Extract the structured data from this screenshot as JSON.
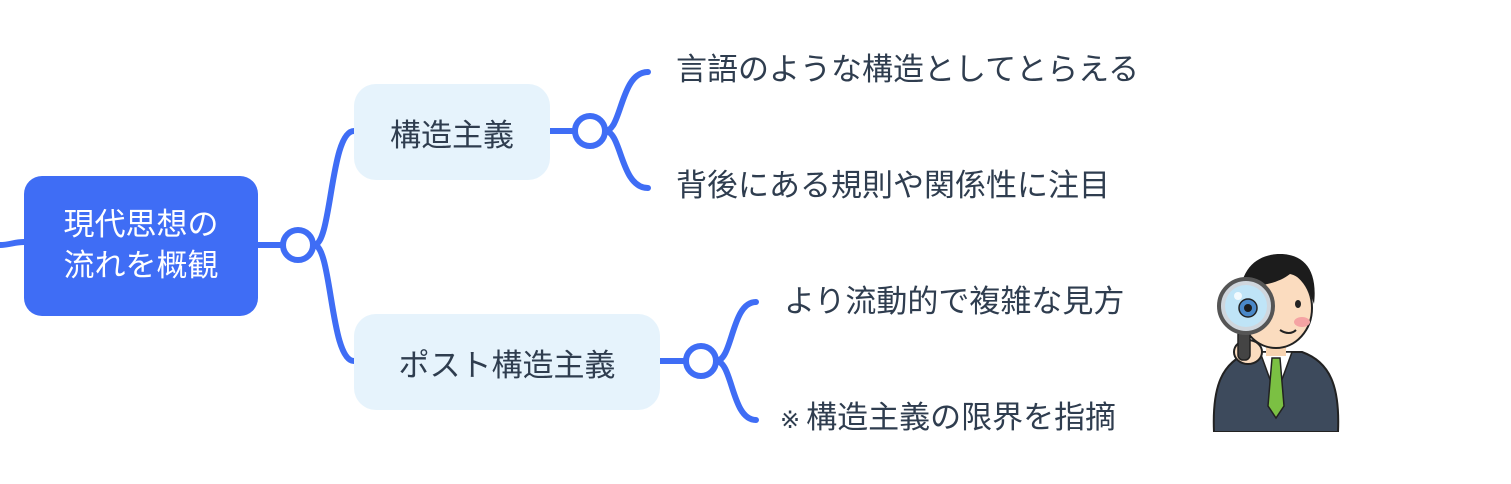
{
  "mindmap": {
    "root": {
      "line1": "現代思想の",
      "line2": "流れを概観"
    },
    "branches": [
      {
        "label": "構造主義",
        "children": [
          "言語のような構造としてとらえる",
          "背後にある規則や関係性に注目"
        ]
      },
      {
        "label": "ポスト構造主義",
        "children": [
          "より流動的で複雑な見方",
          "構造主義の限界を指摘"
        ],
        "note_mark": "※"
      }
    ]
  },
  "colors": {
    "connector": "#3f6df5",
    "root_fill": "#3f6df5",
    "branch_fill": "#e6f3fc",
    "text": "#2f3d4f"
  },
  "illustration": {
    "icon": "man-with-magnifying-glass-icon"
  }
}
